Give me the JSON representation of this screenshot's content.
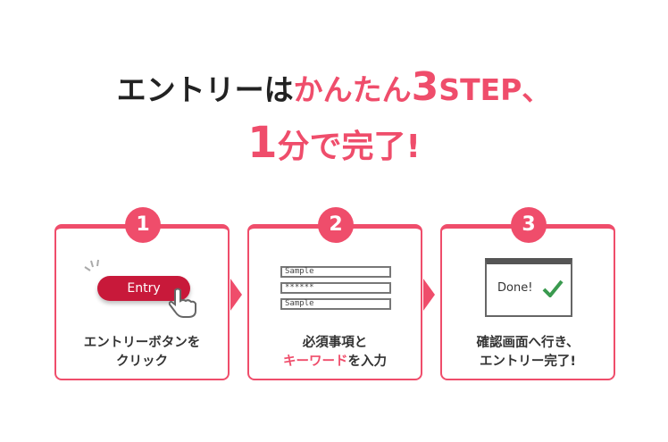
{
  "headline": {
    "line1_prefix": "エントリーは",
    "line1_pink": "かんたん",
    "line1_num": "3",
    "line1_suffix": "STEP、",
    "line2_num": "1",
    "line2_text": "分で完了!"
  },
  "steps": [
    {
      "number": "1",
      "button_label": "Entry",
      "caption_line1": "エントリーボタンを",
      "caption_line2": "クリック"
    },
    {
      "number": "2",
      "fields": [
        "Sample",
        "******",
        "Sample"
      ],
      "caption_line1": "必須事項と",
      "caption_pink": "キーワード",
      "caption_line2_suffix": "を入力"
    },
    {
      "number": "3",
      "window_text": "Done!",
      "caption_line1": "確認画面へ行き、",
      "caption_line2": "エントリー完了!"
    }
  ],
  "colors": {
    "accent": "#ef4d6b",
    "button": "#c8193a",
    "check": "#3a9a4f"
  }
}
